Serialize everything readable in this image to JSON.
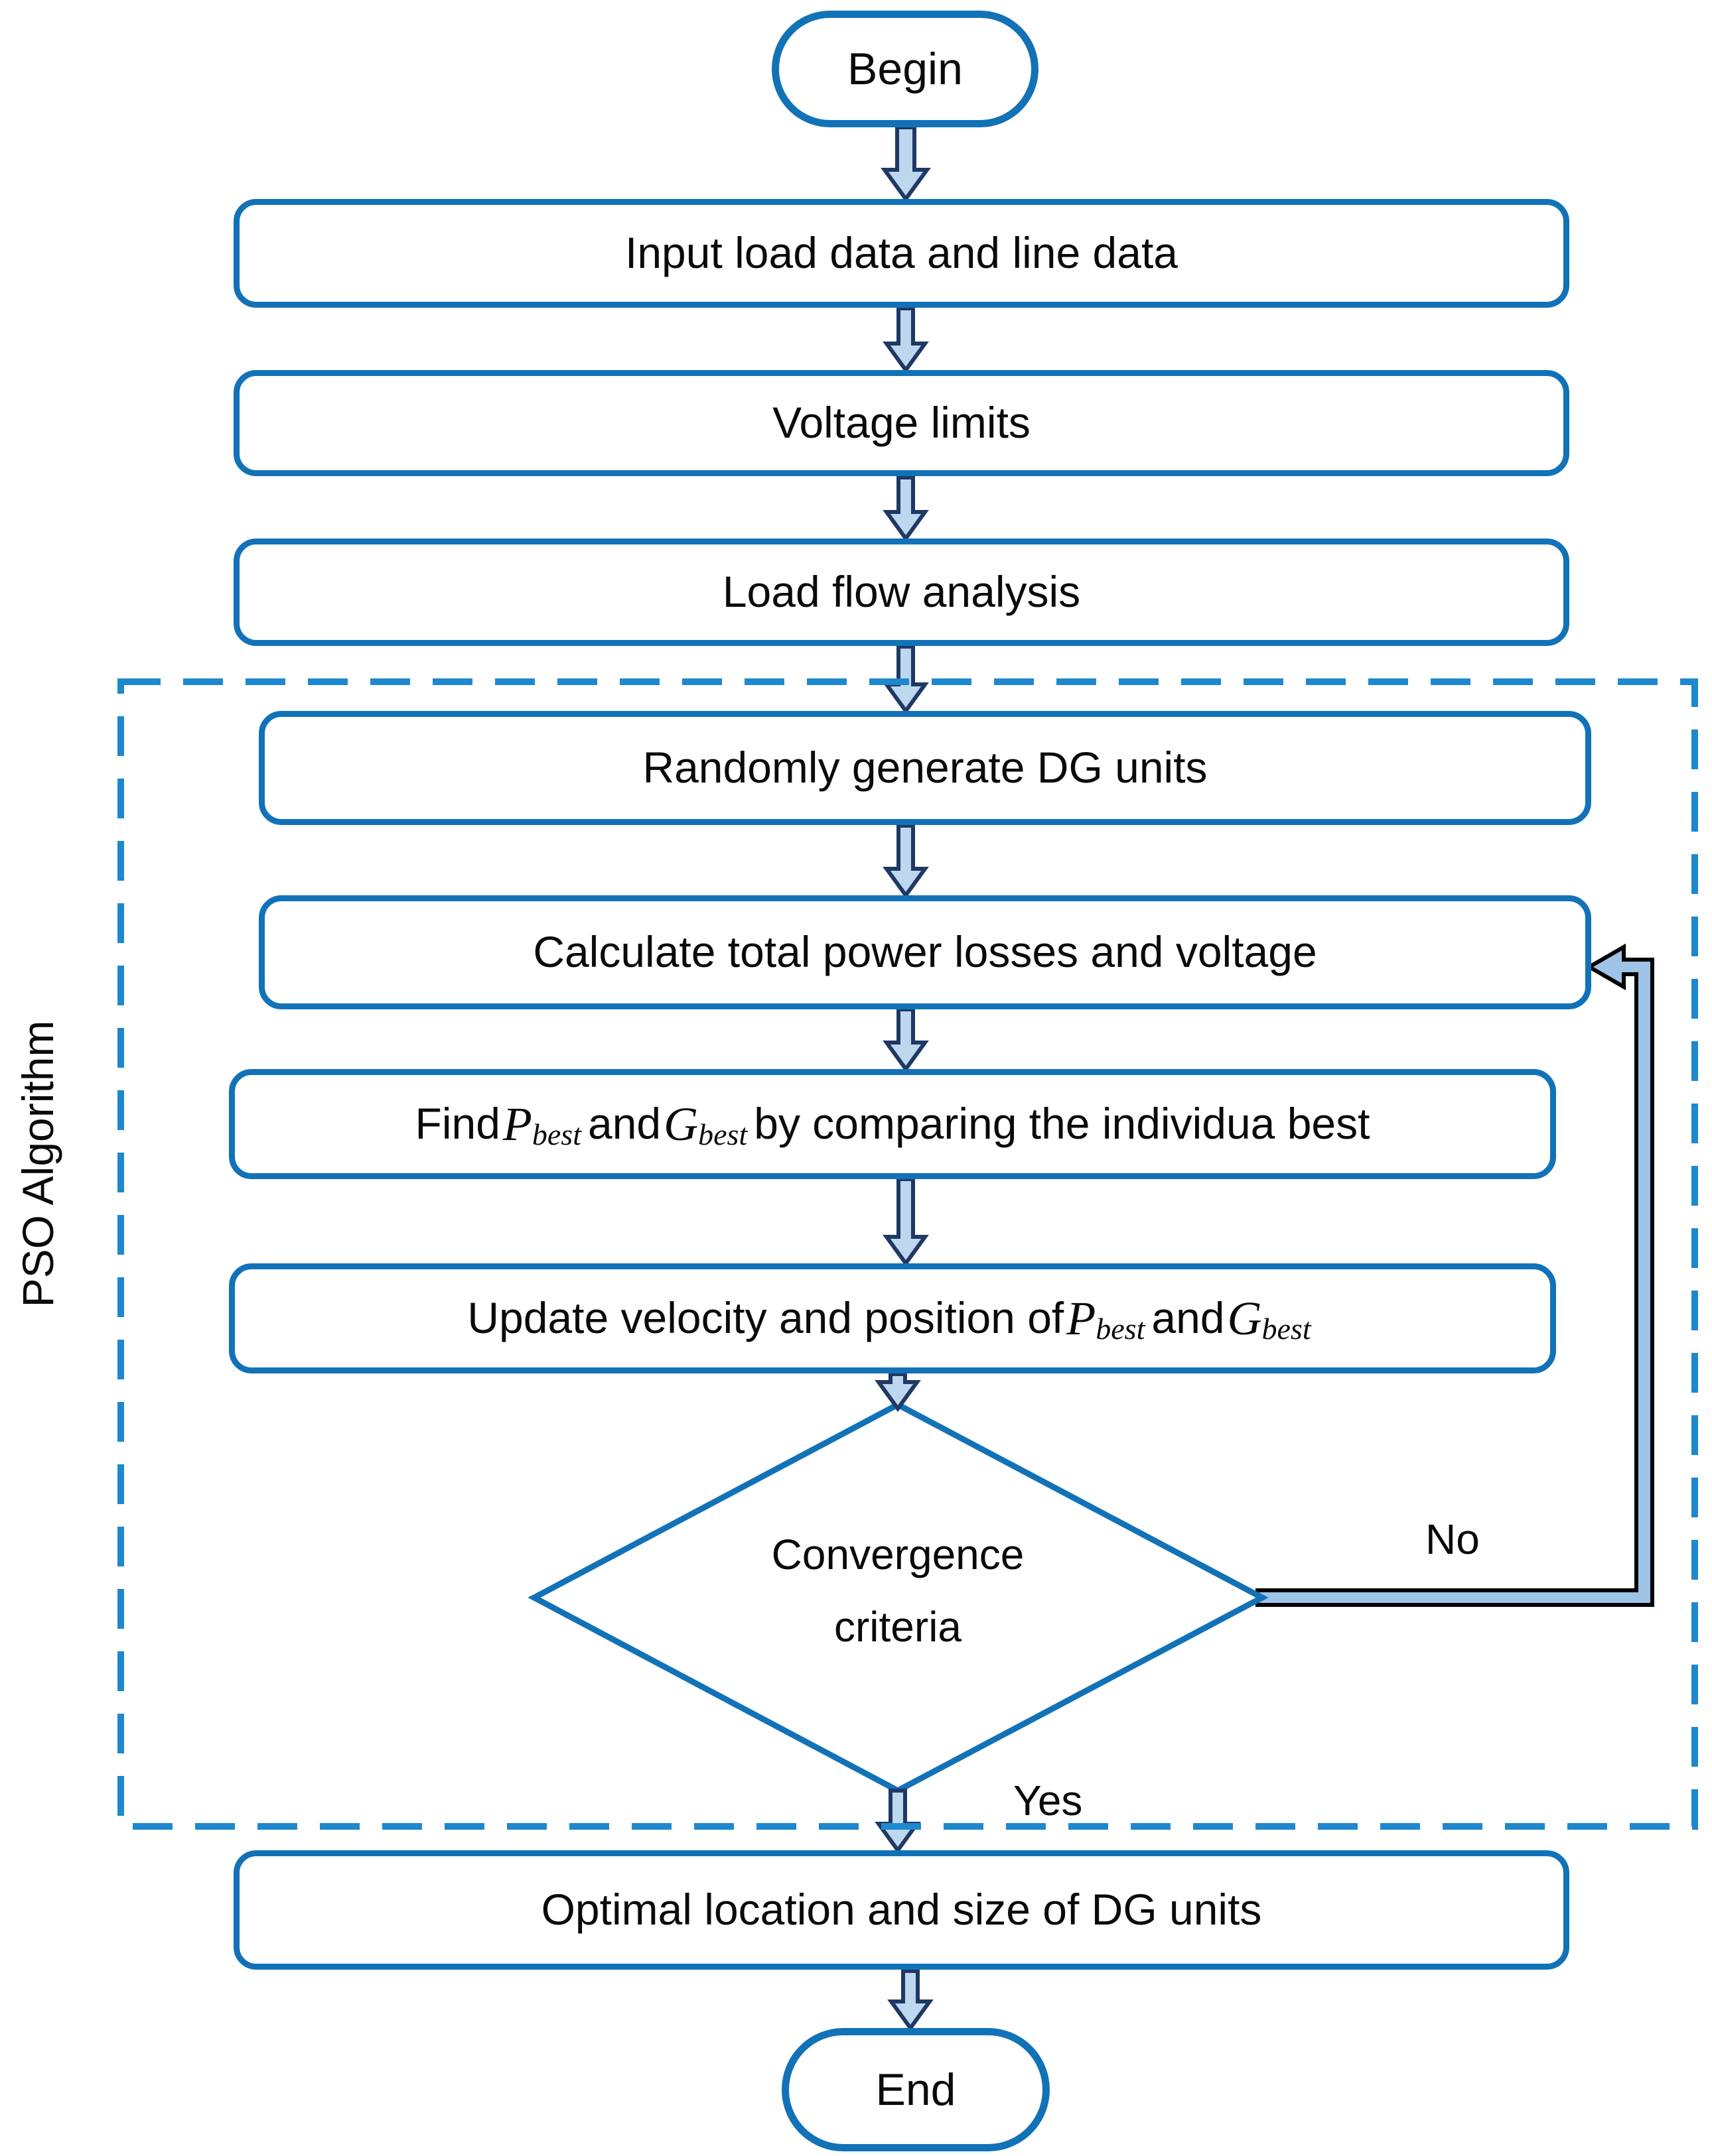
{
  "nodes": {
    "begin": "Begin",
    "input_data": "Input load data and line data",
    "voltage_limits": "Voltage limits",
    "load_flow": "Load flow analysis",
    "random_dg": "Randomly generate DG units",
    "calc_losses": "Calculate total power losses and voltage",
    "find": {
      "t1": "Find ",
      "v1": "P",
      "s1": "best",
      "t2": " and ",
      "v2": "G",
      "s2": "best",
      "t3": " by comparing the individua best"
    },
    "update": {
      "t1": "Update velocity and position of ",
      "v1": "P",
      "s1": "best",
      "t2": " and ",
      "v2": "G",
      "s2": "best"
    },
    "convergence": {
      "line1": "Convergence",
      "line2": "criteria"
    },
    "optimal": "Optimal location and size of DG units",
    "end": "End"
  },
  "edge_labels": {
    "yes": "Yes",
    "no": "No"
  },
  "group_label": "PSO Algorithm",
  "colors": {
    "box_border": "#1272b8",
    "dashed_border": "#1e88ce",
    "arrow_fill": "#bdd7ee",
    "arrow_stroke": "#1f3864",
    "loop_fill": "#9dc3e6",
    "loop_stroke": "#000000",
    "text": "#0a0a0a"
  }
}
